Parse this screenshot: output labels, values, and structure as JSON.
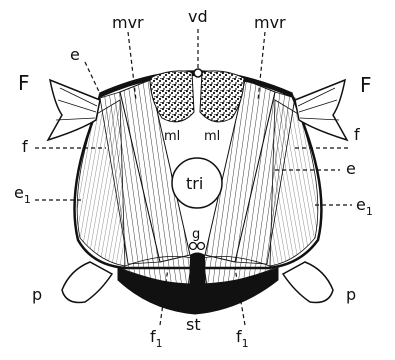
{
  "labels": {
    "vd": "vd",
    "mvr_left": "mvr",
    "mvr_right": "mvr",
    "e_left": "e",
    "F_left": "F",
    "F_right": "F",
    "f_left": "f",
    "f_right": "f",
    "ml_left": "ml",
    "ml_right": "ml",
    "e_right": "e",
    "tri": "tri",
    "e1_left": "e",
    "e1_left_sub": "1",
    "e1_right": "e",
    "e1_right_sub": "1",
    "g": "g",
    "p_left": "p",
    "p_right": "p",
    "st": "st",
    "f1_left": "f",
    "f1_left_sub": "1",
    "f1_right": "f",
    "f1_right_sub": "1"
  }
}
